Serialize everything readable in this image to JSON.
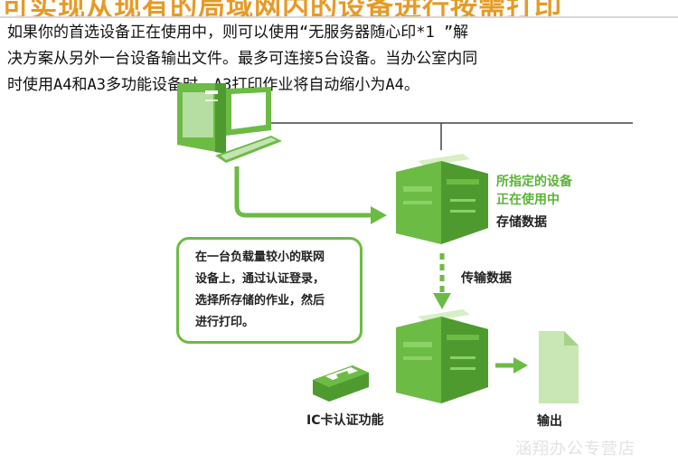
{
  "banner": {
    "title": "可实现从现有的局域网内的设备进行按需打印"
  },
  "intro": {
    "lines": [
      "如果你的首选设备正在使用中，则可以使用“无服务器随心印*1 ”解",
      "决方案从另外一台设备输出文件。最多可连接5台设备。当办公室内同",
      "时使用A4和A3多功能设备时，A3打印作业将自动缩小为A4。"
    ]
  },
  "diagram": {
    "selected_device_line1": "所指定的设备",
    "selected_device_line2": "正在使用中",
    "store_data": "存储数据",
    "transfer_data": "传输数据",
    "callout_lines": [
      "在一台负载量较小的联网",
      "设备上，通过认证登录，",
      "选择所存储的作业，然后",
      "进行打印。"
    ],
    "ic_auth": "IC卡认证功能",
    "output": "输出",
    "watermark": "涵翔办公专营店"
  },
  "colors": {
    "green": "#6cbb45",
    "dark_green": "#4e9a2e",
    "accent": "#e69a26"
  }
}
